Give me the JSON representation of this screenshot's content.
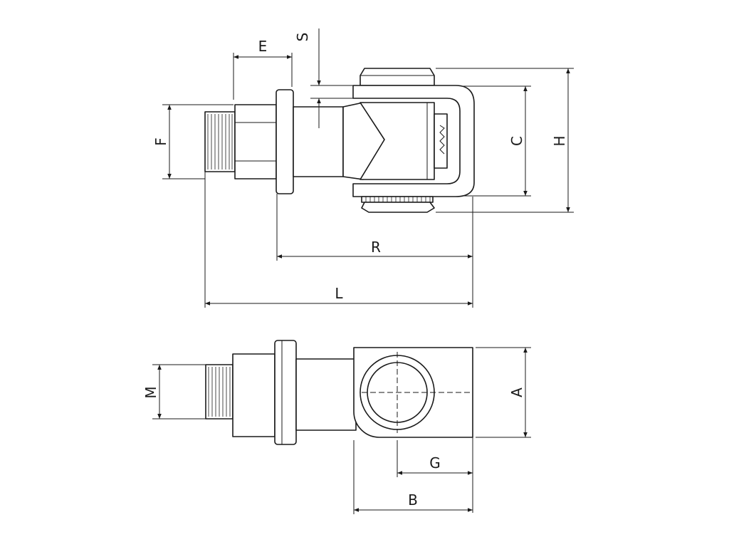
{
  "labels": {
    "E": "E",
    "S": "S",
    "F": "F",
    "C": "C",
    "H": "H",
    "R": "R",
    "L": "L",
    "M": "M",
    "A": "A",
    "G": "G",
    "B": "B"
  },
  "colors": {
    "line": "#1a1a1a",
    "background": "#ffffff"
  }
}
